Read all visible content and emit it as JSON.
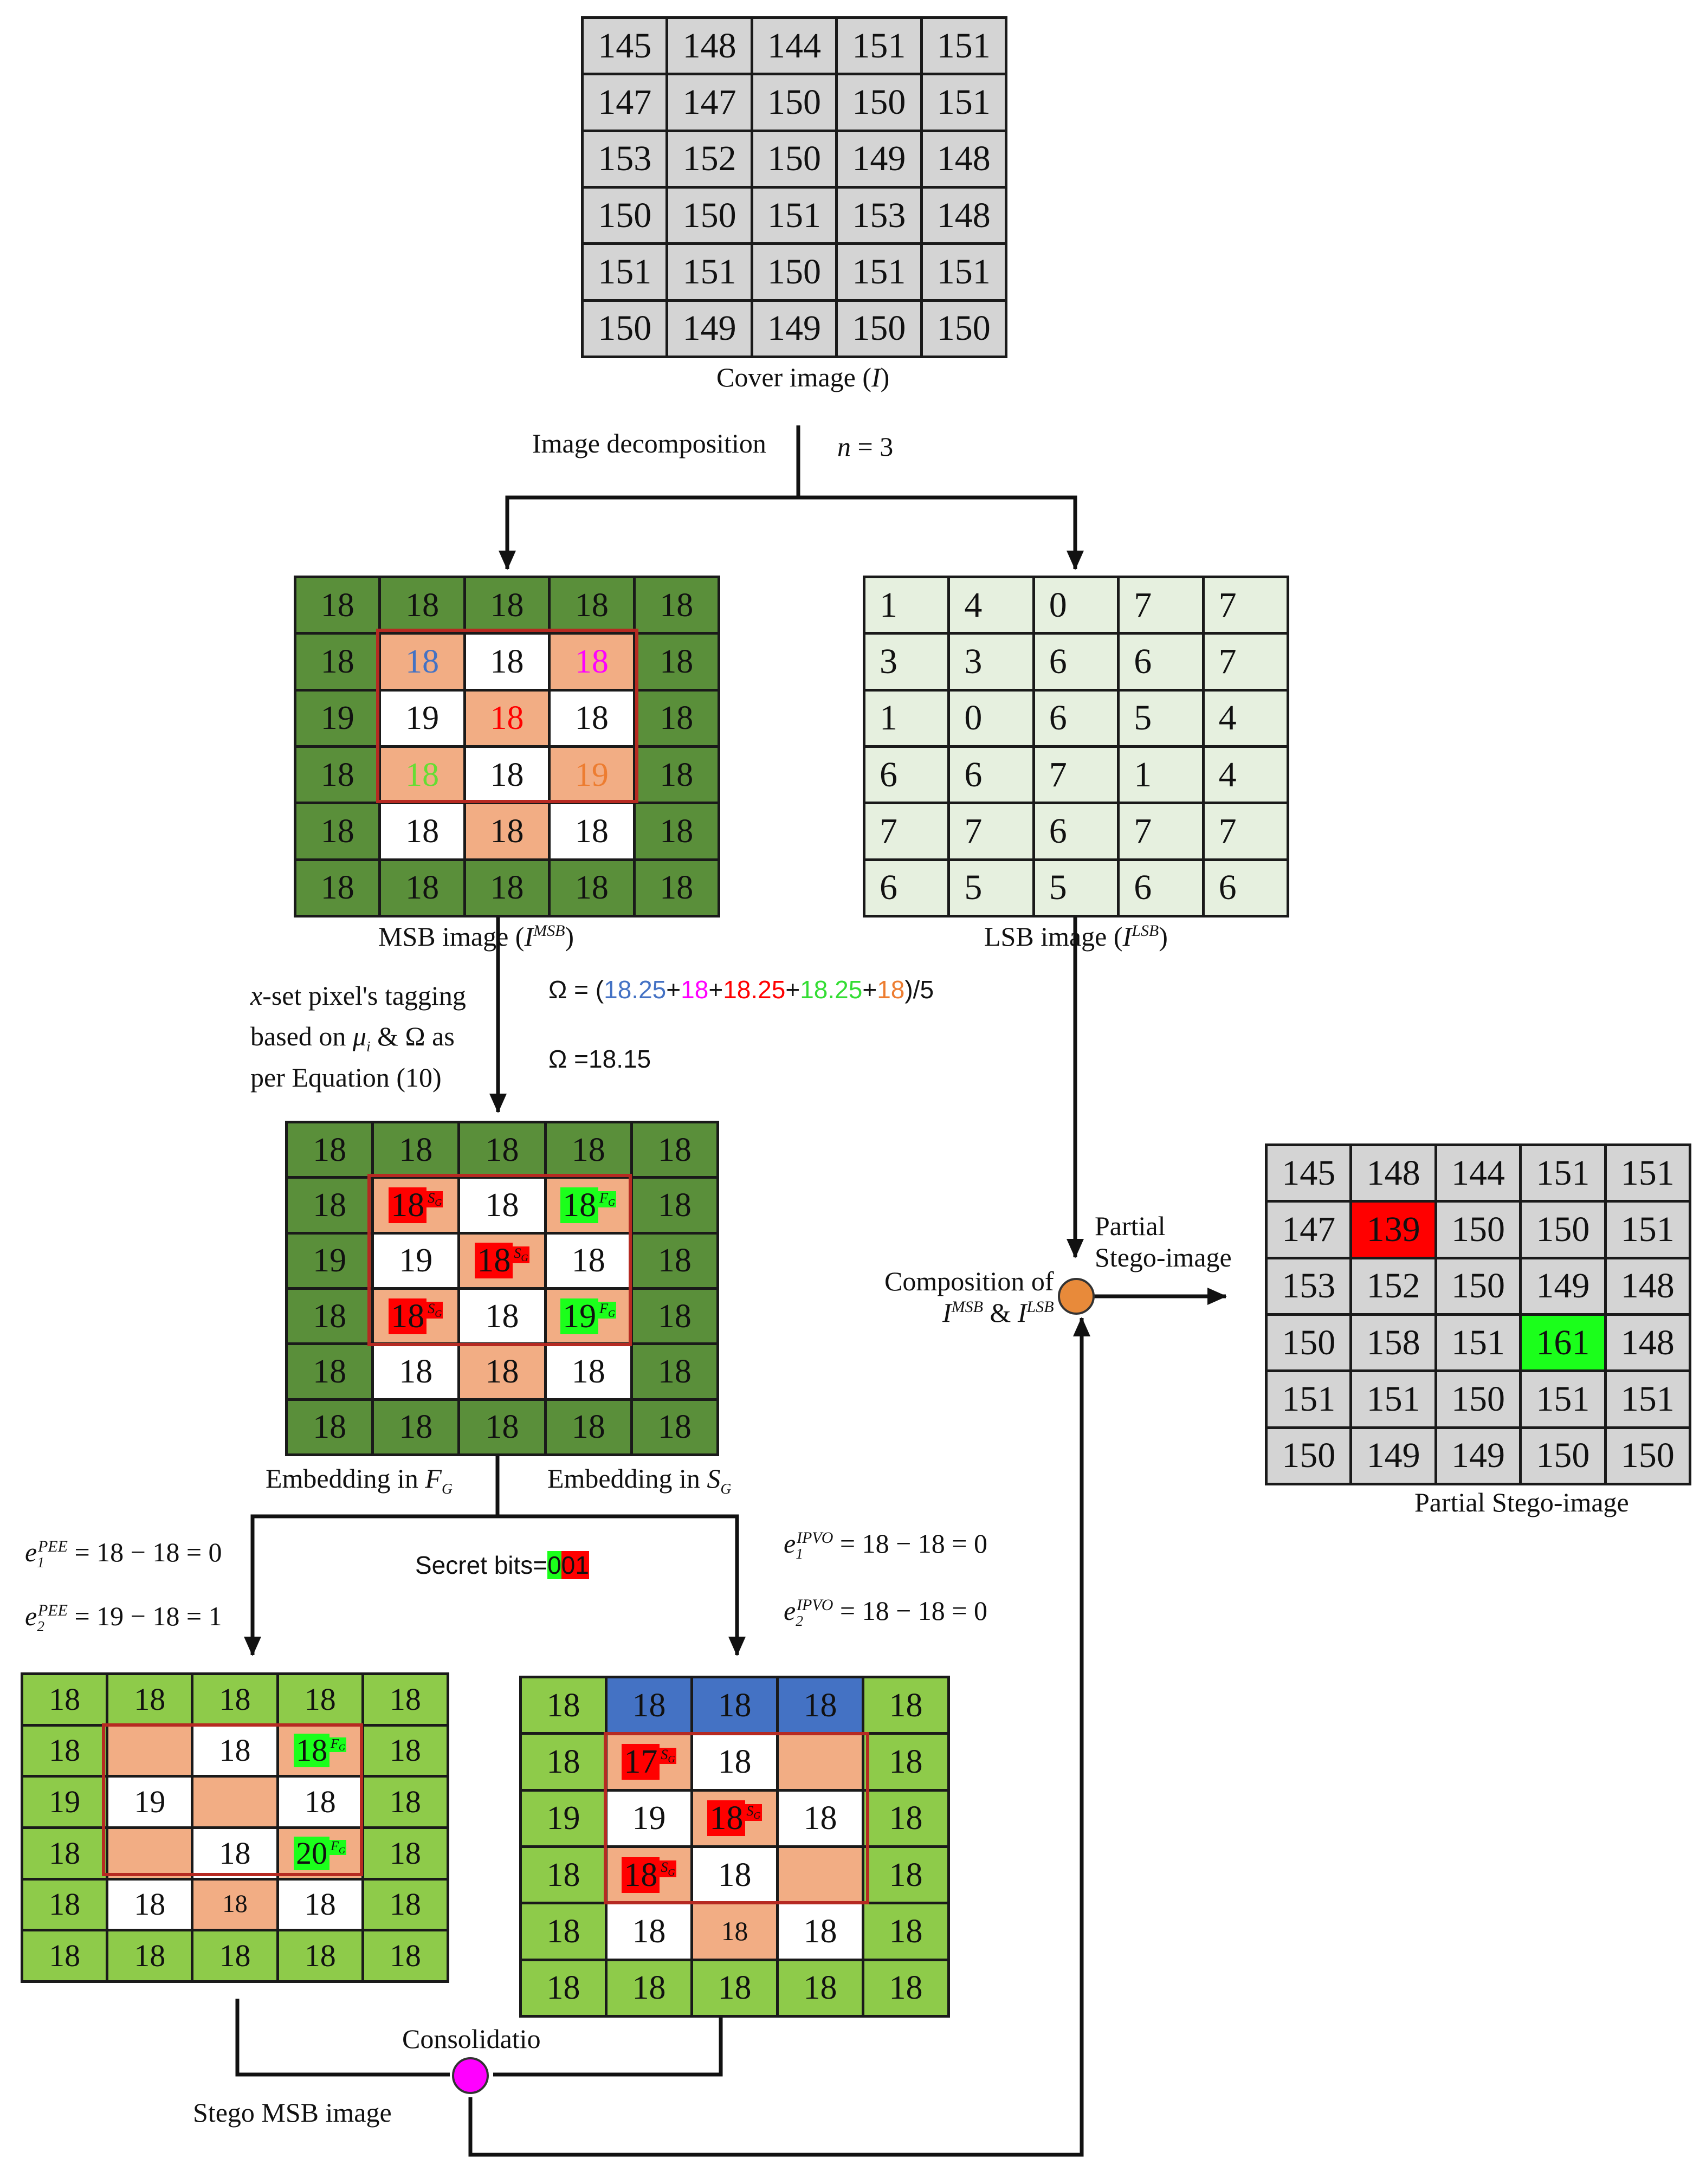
{
  "colors": {
    "gray": "#d4d4d4",
    "dark_green": "#5a8f3a",
    "light_green": "#8ecb4a",
    "pale_green": "#e6f0df",
    "peach": "#f2ad84",
    "white": "#ffffff",
    "blue": "#4472c4",
    "red": "#ff0000",
    "bright_green": "#1bff1b",
    "orange_node": "#e88a3a",
    "magenta_node": "#ff00ff"
  },
  "cover": {
    "values": [
      [
        145,
        148,
        144,
        151,
        151
      ],
      [
        147,
        147,
        150,
        150,
        151
      ],
      [
        153,
        152,
        150,
        149,
        148
      ],
      [
        150,
        150,
        151,
        153,
        148
      ],
      [
        151,
        151,
        150,
        151,
        151
      ],
      [
        150,
        149,
        149,
        150,
        150
      ]
    ],
    "caption_text": "Cover image (",
    "caption_var": "I",
    "caption_end": ")"
  },
  "decomposition": {
    "label": "Image decomposition",
    "n_var": "n",
    "n_value": "= 3"
  },
  "msb": {
    "values": [
      [
        18,
        18,
        18,
        18,
        18
      ],
      [
        18,
        18,
        18,
        18,
        18
      ],
      [
        19,
        19,
        18,
        18,
        18
      ],
      [
        18,
        18,
        18,
        19,
        18
      ],
      [
        18,
        18,
        18,
        18,
        18
      ],
      [
        18,
        18,
        18,
        18,
        18
      ]
    ],
    "caption_text": "MSB image (",
    "caption_var": "I",
    "caption_sup": "MSB",
    "caption_end": ")"
  },
  "lsb": {
    "values": [
      [
        1,
        4,
        0,
        7,
        7
      ],
      [
        3,
        3,
        6,
        6,
        7
      ],
      [
        1,
        0,
        6,
        5,
        4
      ],
      [
        6,
        6,
        7,
        1,
        4
      ],
      [
        7,
        7,
        6,
        7,
        7
      ],
      [
        6,
        5,
        5,
        6,
        6
      ]
    ],
    "caption_text": "LSB image (",
    "caption_var": "I",
    "caption_sup": "LSB",
    "caption_end": ")"
  },
  "tagging": {
    "line1_var": "x",
    "line1_text": "-set pixel's tagging",
    "line2_text": "based on ",
    "line2_mu": "μ",
    "line2_sub": "i",
    "line2_end": " & Ω as",
    "line3_text": "per Equation (10)"
  },
  "omega": {
    "prefix": "Ω = (",
    "terms": [
      "18.25",
      "18",
      "18.25",
      "18.25",
      "18"
    ],
    "plus": "+",
    "suffix": ")/5",
    "result": "Ω =18.15"
  },
  "tagged": {
    "values": [
      [
        18,
        18,
        18,
        18,
        18
      ],
      [
        18,
        18,
        18,
        18,
        18
      ],
      [
        19,
        19,
        18,
        18,
        18
      ],
      [
        18,
        18,
        18,
        19,
        18
      ],
      [
        18,
        18,
        18,
        18,
        18
      ],
      [
        18,
        18,
        18,
        18,
        18
      ]
    ],
    "tag_s": "S",
    "tag_f": "F",
    "tag_sub": "G"
  },
  "embedding": {
    "in_fg_text": "Embedding in ",
    "fg_var": "F",
    "fg_sub": "G",
    "in_sg_text": "Embedding in ",
    "sg_var": "S",
    "sg_sub": "G"
  },
  "secret": {
    "label": "Secret bits=",
    "bit_green": "0",
    "bits_red": "01"
  },
  "pee": {
    "e1_sup": "PEE",
    "e1_expr": " = 18 − 18 = 0",
    "e2_sup": "PEE",
    "e2_expr": " = 19 − 18 = 1"
  },
  "ipvo": {
    "e1_sup": "IPVO",
    "e1_expr": " = 18 − 18 = 0",
    "e2_sup": "IPVO",
    "e2_expr": " = 18 − 18 = 0"
  },
  "fg_result": {
    "values": [
      [
        18,
        18,
        18,
        18,
        18
      ],
      [
        18,
        "",
        18,
        18,
        18
      ],
      [
        19,
        19,
        "",
        18,
        18
      ],
      [
        18,
        "",
        18,
        20,
        18
      ],
      [
        18,
        18,
        18,
        18,
        18
      ],
      [
        18,
        18,
        18,
        18,
        18
      ]
    ]
  },
  "sg_result": {
    "values": [
      [
        18,
        18,
        18,
        18,
        18
      ],
      [
        18,
        17,
        18,
        "",
        18
      ],
      [
        19,
        19,
        18,
        18,
        18
      ],
      [
        18,
        18,
        18,
        "",
        18
      ],
      [
        18,
        18,
        18,
        18,
        18
      ],
      [
        18,
        18,
        18,
        18,
        18
      ]
    ]
  },
  "consolidation": {
    "label": "Consolidatio",
    "stego_msb_label": "Stego MSB image"
  },
  "composition": {
    "line1": "Composition of",
    "var1": "I",
    "sup1": "MSB",
    "amp": " & ",
    "var2": "I",
    "sup2": "LSB",
    "partial_line1": "Partial",
    "partial_line2": "Stego-image"
  },
  "partial_stego": {
    "values": [
      [
        145,
        148,
        144,
        151,
        151
      ],
      [
        147,
        139,
        150,
        150,
        151
      ],
      [
        153,
        152,
        150,
        149,
        148
      ],
      [
        150,
        158,
        151,
        161,
        148
      ],
      [
        151,
        151,
        150,
        151,
        151
      ],
      [
        150,
        149,
        149,
        150,
        150
      ]
    ],
    "caption": "Partial Stego-image"
  }
}
